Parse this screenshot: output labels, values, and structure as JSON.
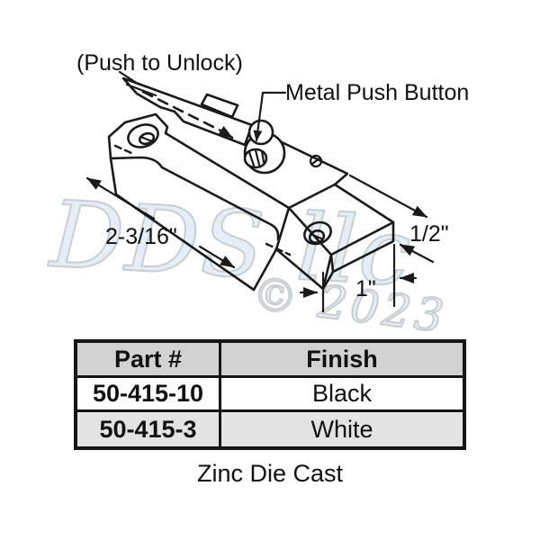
{
  "diagram": {
    "label_push_to_unlock": "(Push to Unlock)",
    "label_metal_push_button": "Metal Push Button",
    "dim_length": "2-3/16\"",
    "dim_height": "1/2\"",
    "dim_width": "1\""
  },
  "watermark": {
    "company": "DDS llc",
    "year": "© 2023",
    "color": "#c3c9ce"
  },
  "parts_table": {
    "headers": {
      "part": "Part #",
      "finish": "Finish"
    },
    "rows": [
      {
        "part": "50-415-10",
        "finish": "Black"
      },
      {
        "part": "50-415-3",
        "finish": "White"
      }
    ]
  },
  "caption": "Zinc Die Cast",
  "colors": {
    "line": "#1a1a1a",
    "table_header_bg": "#d2d2d2",
    "table_alt_row_bg": "#e3e3e3",
    "background": "#ffffff"
  }
}
